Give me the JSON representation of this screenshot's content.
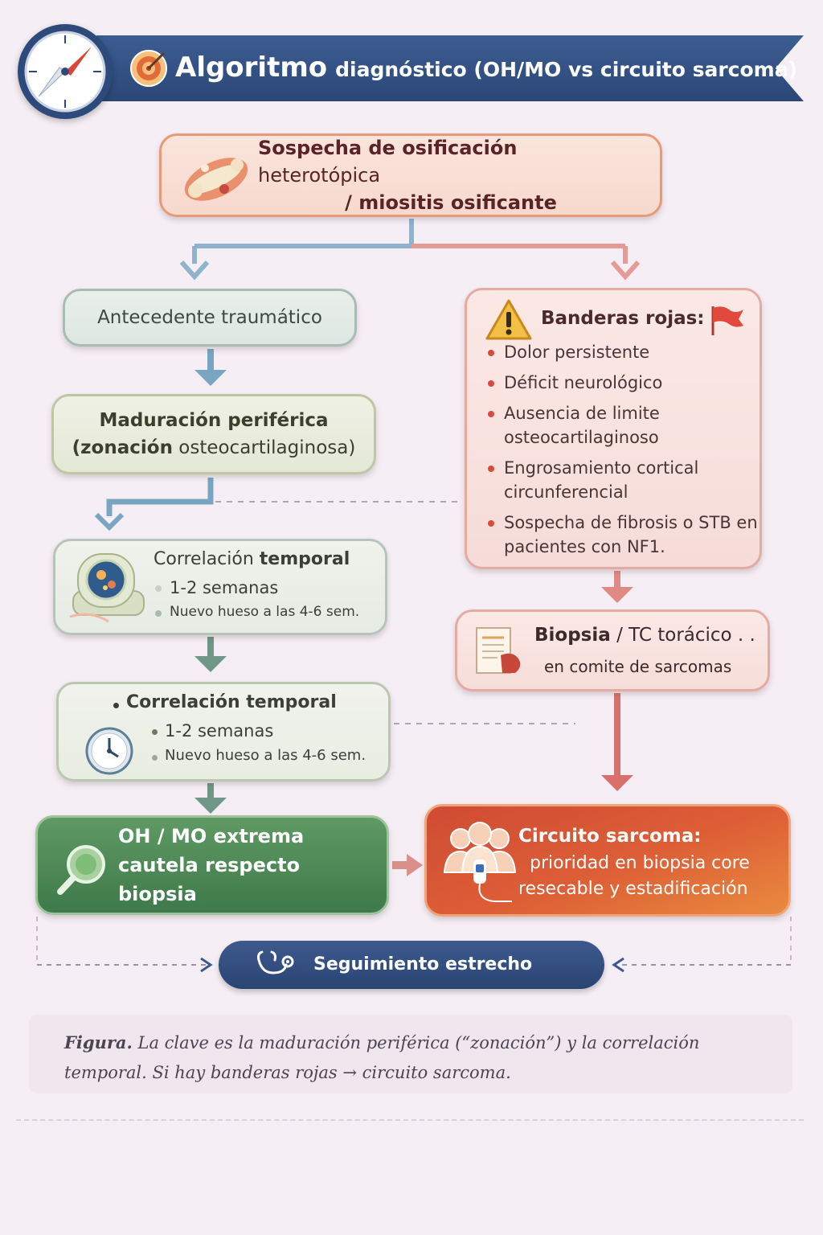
{
  "title": {
    "main": "Algoritmo",
    "sub": "diagnóstico (OH/MO vs circuito sarcoma)"
  },
  "start": {
    "line1_bold": "Sospecha de osificación",
    "line1_rest": "heterotópica",
    "line2": "/ miositis osificante"
  },
  "left": {
    "trauma": "Antecedente traumático",
    "maturation": {
      "line1": "Maduración periférica",
      "line2_bold": "(zonación",
      "line2_rest": "osteocartilaginosa)"
    },
    "correlation1": {
      "title_light": "Correlación",
      "title_bold": "temporal",
      "item1": "1-2 semanas",
      "item2": "Nuevo hueso a las 4-6 sem."
    },
    "correlation2": {
      "title": "Correlación temporal",
      "item1": "1-2 semanas",
      "item2": "Nuevo hueso a las 4-6 sem."
    },
    "ohmo": {
      "line1": "OH / MO extrema",
      "line2": "cautela respecto biopsia"
    }
  },
  "right": {
    "flags": {
      "header": "Banderas rojas:",
      "items": [
        "Dolor persistente",
        "Déficit neurológico",
        "Ausencia de limite osteocartilaginoso",
        "Engrosamiento cortical circunferencial",
        "Sospecha de fibrosis o STB en pacientes con NF1."
      ]
    },
    "biopsy": {
      "bold": "Biopsia",
      "rest": "/ TC torácico . .",
      "line2": "en comite de sarcomas"
    },
    "sarcoma": {
      "line1": "Circuito sarcoma:",
      "line2": "prioridad en biopsia core",
      "line3": "resecable y estadificación"
    }
  },
  "followup": "Seguimiento estrecho",
  "caption": {
    "label": "Figura.",
    "text": "La clave es la maduración periférica (“zonación”) y la correlación temporal. Si hay banderas rojas → circuito sarcoma."
  },
  "colors": {
    "banner": "#2b4777",
    "start_border": "#e69a76",
    "left_arrow": "#7aa5c2",
    "right_arrow": "#e08a84",
    "ohmo_fill": "#4a8653",
    "sarcoma_fill": "#dd5f36"
  },
  "icons": [
    "compass-icon",
    "target-icon",
    "bone-icon",
    "warning-icon",
    "red-flag-icon",
    "ultrasound-icon",
    "clock-icon",
    "document-icon",
    "magnifier-icon",
    "team-icon",
    "stethoscope-icon"
  ]
}
